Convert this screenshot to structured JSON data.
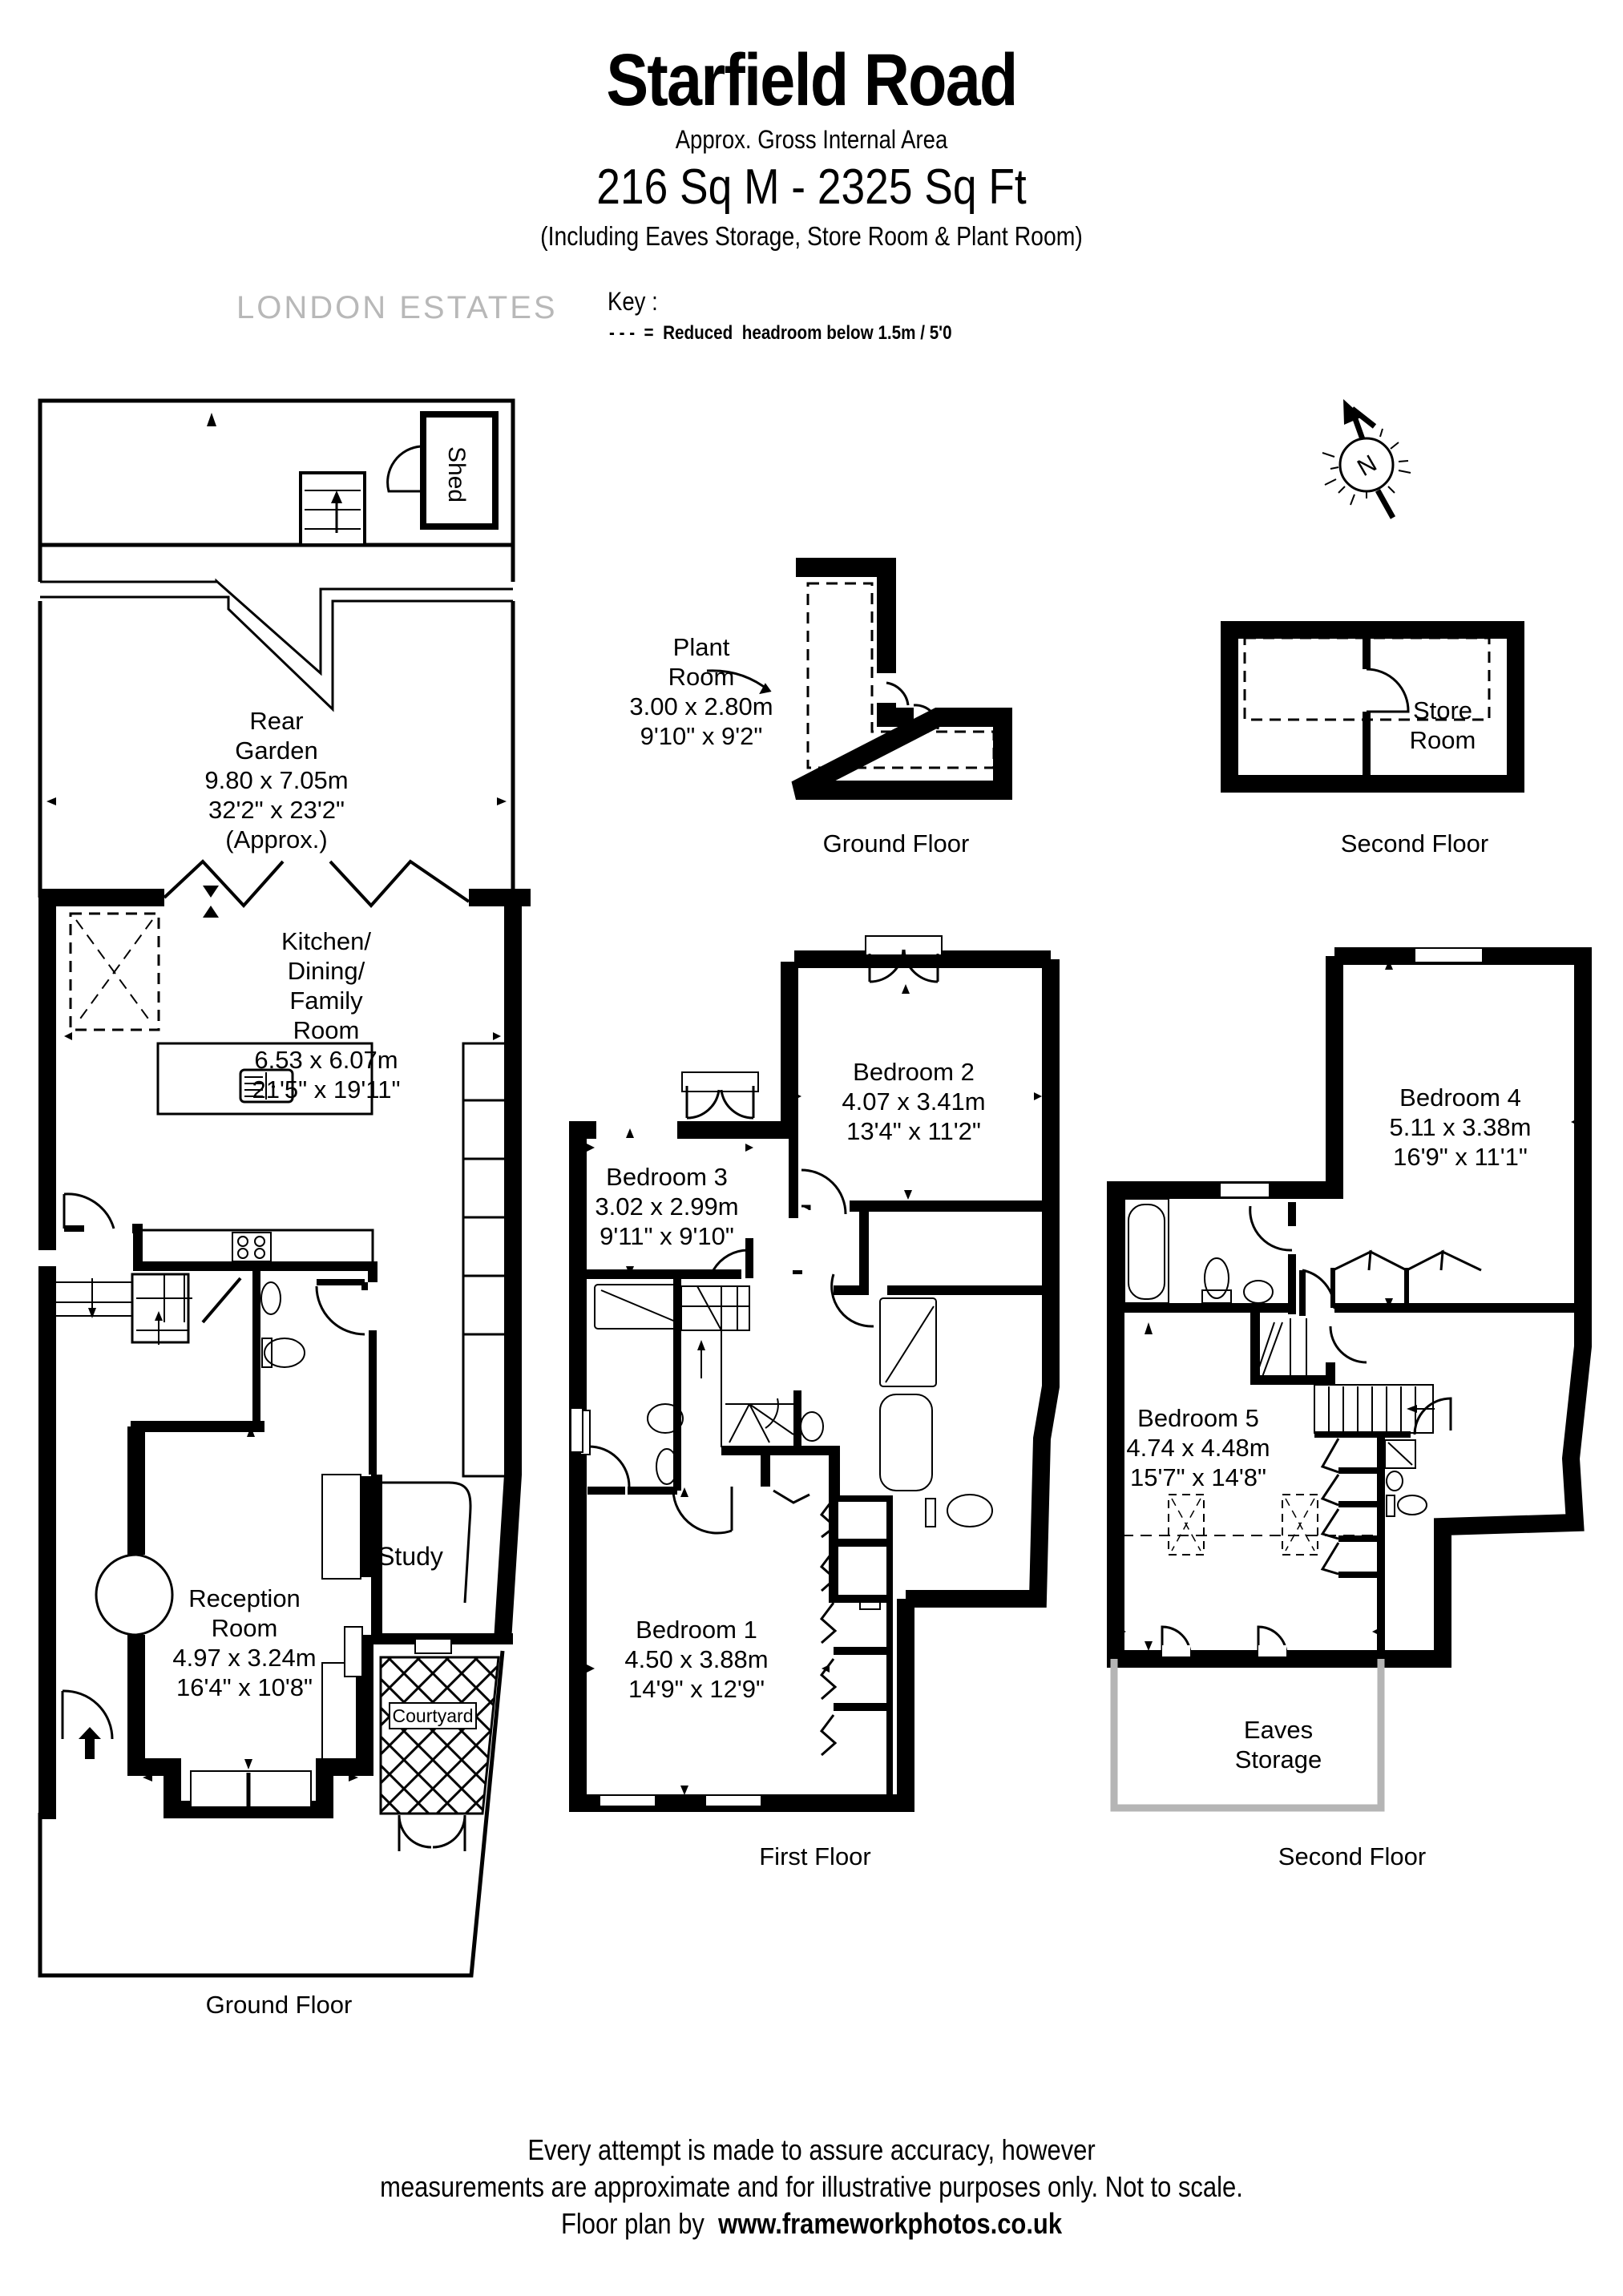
{
  "header": {
    "title": "Starfield Road",
    "subtitle": "Approx. Gross Internal Area",
    "area": "216 Sq M - 2325 Sq Ft",
    "inclusion_note": "(Including Eaves Storage, Store Room & Plant Room)"
  },
  "branding": {
    "agent_logo_text": "LONDON ESTATES"
  },
  "key": {
    "label": "Key :",
    "symbol": "- - -  =",
    "description": "Reduced  headroom below 1.5m / 5'0"
  },
  "compass": {
    "icon": "north-arrow-icon",
    "letter": "N"
  },
  "floors": {
    "ground": {
      "label": "Ground Floor",
      "rooms": {
        "rear_garden": {
          "name": "Rear Garden",
          "line1": "Rear",
          "line2": "Garden",
          "metric": "9.80 x 7.05m",
          "imperial": "32'2\" x 23'2\"",
          "note": "(Approx.)"
        },
        "shed": {
          "name": "Shed"
        },
        "kitchen": {
          "line1": "Kitchen/",
          "line2": "Dining/",
          "line3": "Family",
          "line4": "Room",
          "metric": "6.53 x 6.07m",
          "imperial": "21'5\" x 19'11\""
        },
        "reception": {
          "line1": "Reception",
          "line2": "Room",
          "metric": "4.97 x 3.24m",
          "imperial": "16'4\" x 10'8\""
        },
        "study": {
          "name": "Study"
        },
        "courtyard": {
          "name": "Courtyard"
        }
      }
    },
    "ground_plant": {
      "label": "Ground Floor",
      "rooms": {
        "plant_room": {
          "line1": "Plant",
          "line2": "Room",
          "metric": "3.00 x 2.80m",
          "imperial": "9'10\" x 9'2\""
        }
      }
    },
    "second_store": {
      "label": "Second Floor",
      "rooms": {
        "store_room": {
          "line1": "Store",
          "line2": "Room"
        }
      }
    },
    "first": {
      "label": "First Floor",
      "rooms": {
        "bedroom1": {
          "name": "Bedroom 1",
          "metric": "4.50 x 3.88m",
          "imperial": "14'9\" x 12'9\""
        },
        "bedroom2": {
          "name": "Bedroom 2",
          "metric": "4.07 x 3.41m",
          "imperial": "13'4\" x 11'2\""
        },
        "bedroom3": {
          "name": "Bedroom 3",
          "metric": "3.02 x 2.99m",
          "imperial": "9'11\" x 9'10\""
        }
      }
    },
    "second": {
      "label": "Second Floor",
      "rooms": {
        "bedroom4": {
          "name": "Bedroom 4",
          "metric": "5.11 x 3.38m",
          "imperial": "16'9\" x 11'1\""
        },
        "bedroom5": {
          "name": "Bedroom 5",
          "metric": "4.74 x 4.48m",
          "imperial": "15'7\" x 14'8\""
        },
        "eaves": {
          "line1": "Eaves",
          "line2": "Storage"
        }
      }
    }
  },
  "footer": {
    "line1": "Every attempt is made to assure accuracy, however",
    "line2": "measurements are approximate and for illustrative purposes only. Not to scale.",
    "line3_prefix": "Floor plan by",
    "line3_link": "www.frameworkphotos.co.uk"
  },
  "colors": {
    "wall": "#000000",
    "eaves_wall": "#b5b5b5",
    "logo": "#b8b8b8",
    "background": "#ffffff"
  }
}
